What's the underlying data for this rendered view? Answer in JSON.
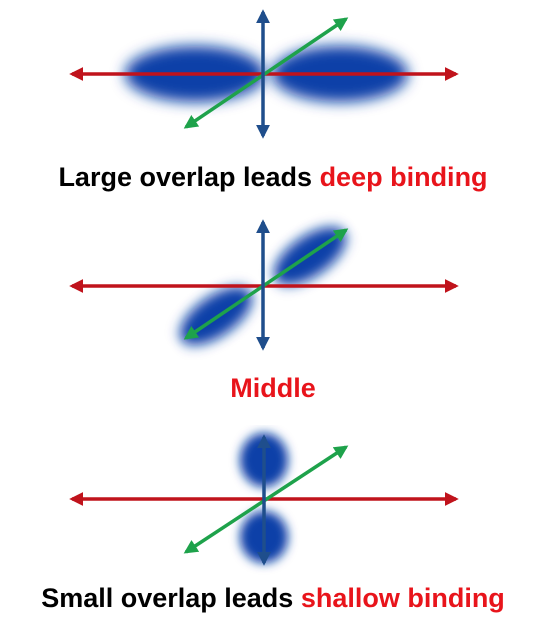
{
  "captions": [
    {
      "black": "Large overlap leads ",
      "red": "deep binding"
    },
    {
      "black": "",
      "red": "Middle"
    },
    {
      "black": "Small overlap leads ",
      "red": "shallow binding"
    }
  ],
  "colors": {
    "horizontal_axis": "#c0131c",
    "vertical_axis": "#1f4e8c",
    "diagonal_axis": "#1ea24b",
    "orbital": "#0a3fa8",
    "highlight_text": "#e8141b",
    "text": "#000000"
  },
  "icons": [
    "horizontal-double-arrow",
    "vertical-double-arrow",
    "diagonal-double-arrow",
    "orbital-lobe"
  ]
}
